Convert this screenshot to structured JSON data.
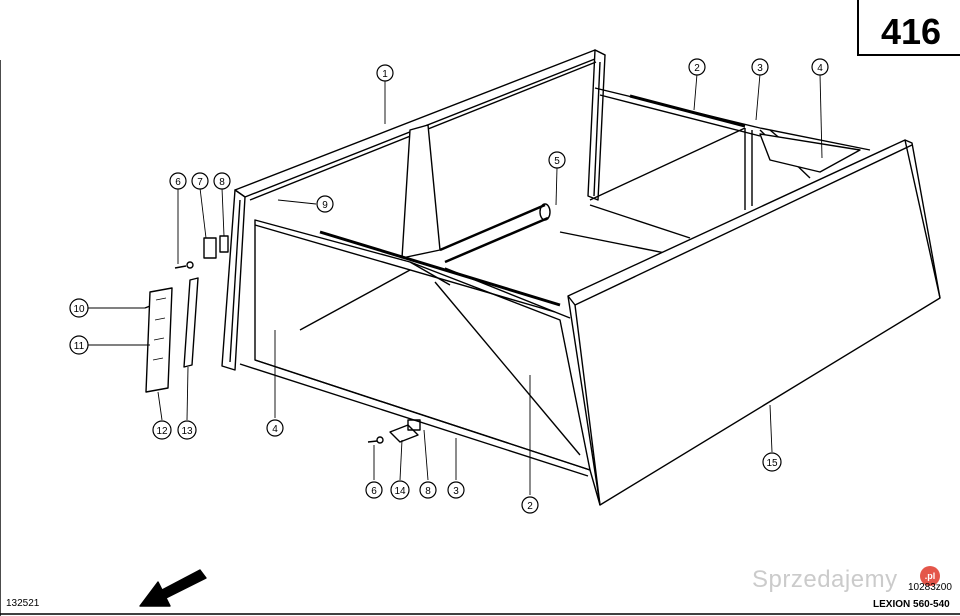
{
  "sheet": {
    "page_number": "416",
    "image_code": "132521",
    "drawing_ref": "10283z00",
    "model": "LEXION 560-540",
    "watermark": "Sprzedajemy",
    "watermark_logo": ".pl"
  },
  "callouts": [
    "1",
    "2",
    "3",
    "4",
    "5",
    "6",
    "7",
    "8",
    "9",
    "10",
    "11",
    "12",
    "13",
    "4",
    "6",
    "14",
    "8",
    "3",
    "2",
    "15"
  ]
}
